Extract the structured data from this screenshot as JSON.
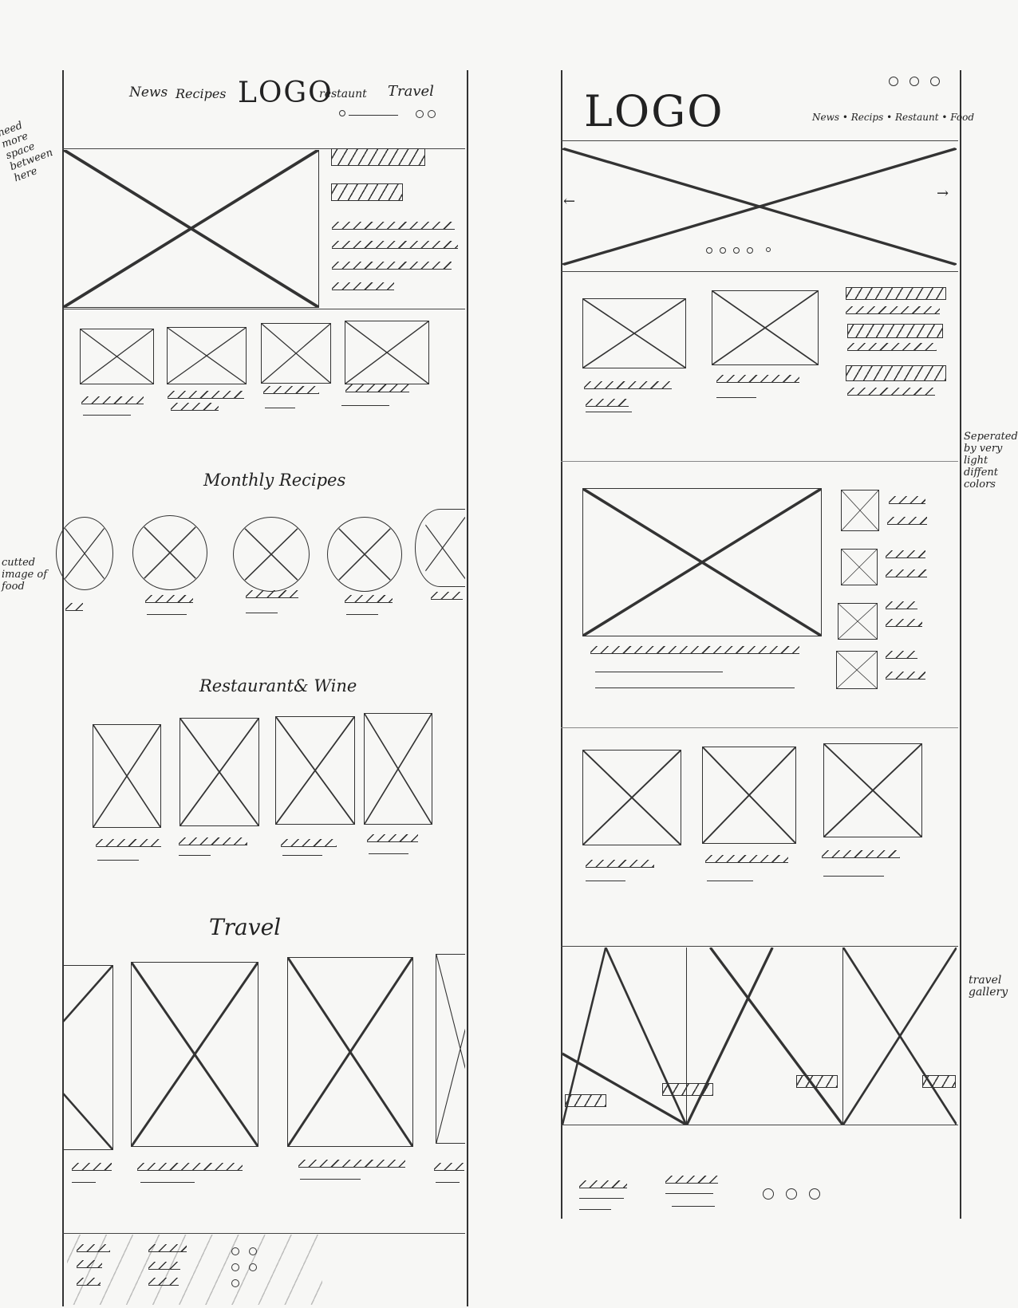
{
  "left_sketch": {
    "nav": {
      "item1": "News",
      "item2": "Recipes",
      "logo": "LOGO",
      "item3": "restaunt",
      "item4": "Travel"
    },
    "annotation_space": "need more space between here",
    "annotation_circle": "cutted image of food",
    "section_recipes": "Monthly Recipes",
    "section_restaurant": "Restaurant& Wine",
    "section_travel": "Travel"
  },
  "right_sketch": {
    "logo": "LOGO",
    "nav": "News • Recips • Restaunt • Food",
    "annotation_separate": "Seperated by very light diffent colors",
    "annotation_gallery": "travel gallery",
    "arrow_left": "←",
    "arrow_right": "→"
  }
}
